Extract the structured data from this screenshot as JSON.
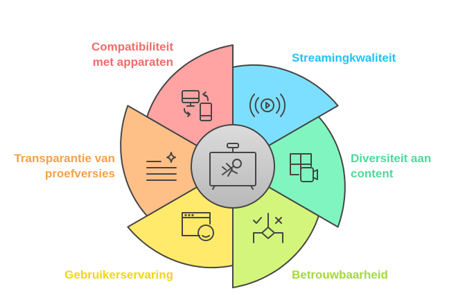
{
  "diagram": {
    "center_icon": "tv-presentation-icon",
    "segments": [
      {
        "label": "Streamingkwaliteit",
        "fill": "#7DDFFF",
        "text_color": "#22C3F5",
        "icon": "broadcast-play-icon"
      },
      {
        "label": "Diversiteit aan content",
        "fill": "#80F5BF",
        "text_color": "#4FD89A",
        "icon": "grid-video-icon"
      },
      {
        "label": "Betrouwbaarheid",
        "fill": "#D3F57B",
        "text_color": "#A5D83A",
        "icon": "decision-check-cross-icon"
      },
      {
        "label": "Gebruikerservaring",
        "fill": "#FFEA6B",
        "text_color": "#F2D70C",
        "icon": "browser-smiley-icon"
      },
      {
        "label": "Transparantie van proefversies",
        "fill": "#FFC088",
        "text_color": "#F5A04A",
        "icon": "text-sparkle-icon"
      },
      {
        "label": "Compatibiliteit met apparaten",
        "fill": "#FFA3A3",
        "text_color": "#F26B6B",
        "icon": "devices-sync-icon"
      }
    ]
  }
}
